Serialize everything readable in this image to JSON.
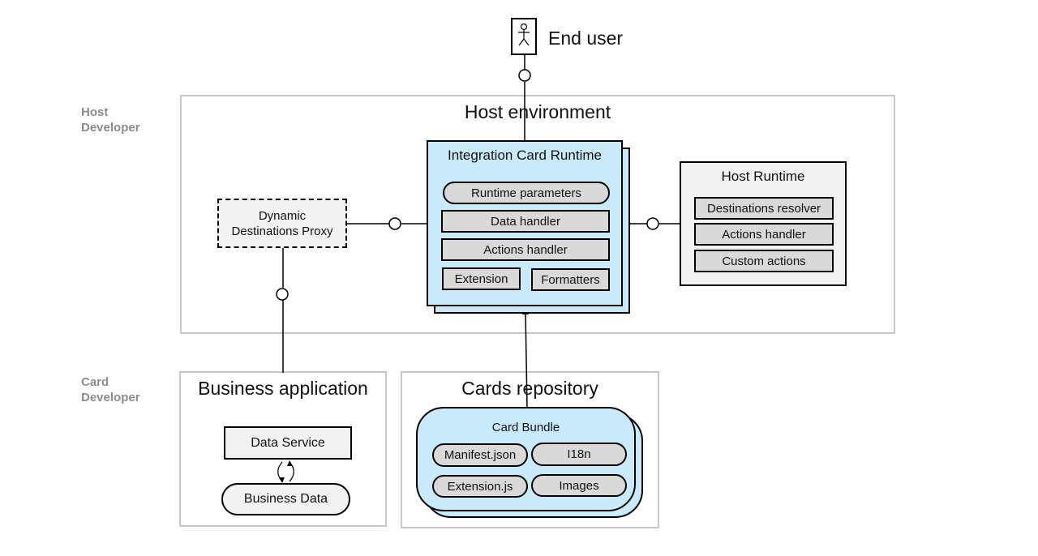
{
  "end_user": {
    "label": "End user"
  },
  "roles": {
    "host": [
      "Host",
      "Developer"
    ],
    "card": [
      "Card",
      "Developer"
    ]
  },
  "host_environment": {
    "title": "Host environment",
    "proxy": [
      "Dynamic",
      "Destinations Proxy"
    ],
    "runtime": {
      "title": "Integration Card Runtime",
      "runtime_parameters": "Runtime parameters",
      "data_handler": "Data handler",
      "actions_handler": "Actions handler",
      "extension": "Extension",
      "formatters": "Formatters"
    },
    "host_runtime": {
      "title": "Host Runtime",
      "destinations_resolver": "Destinations resolver",
      "actions_handler": "Actions handler",
      "custom_actions": "Custom actions"
    }
  },
  "business_application": {
    "title": "Business application",
    "data_service": "Data Service",
    "business_data": "Business Data"
  },
  "cards_repository": {
    "title": "Cards repository",
    "bundle": {
      "title": "Card Bundle",
      "manifest": "Manifest.json",
      "i18n": "I18n",
      "extension_js": "Extension.js",
      "images": "Images"
    }
  },
  "colors": {
    "runtime_fill": "#c9eafb",
    "component_fill": "#d9d9d9",
    "frame_border": "#c8c8c8",
    "role_text": "#8c8c8c"
  }
}
